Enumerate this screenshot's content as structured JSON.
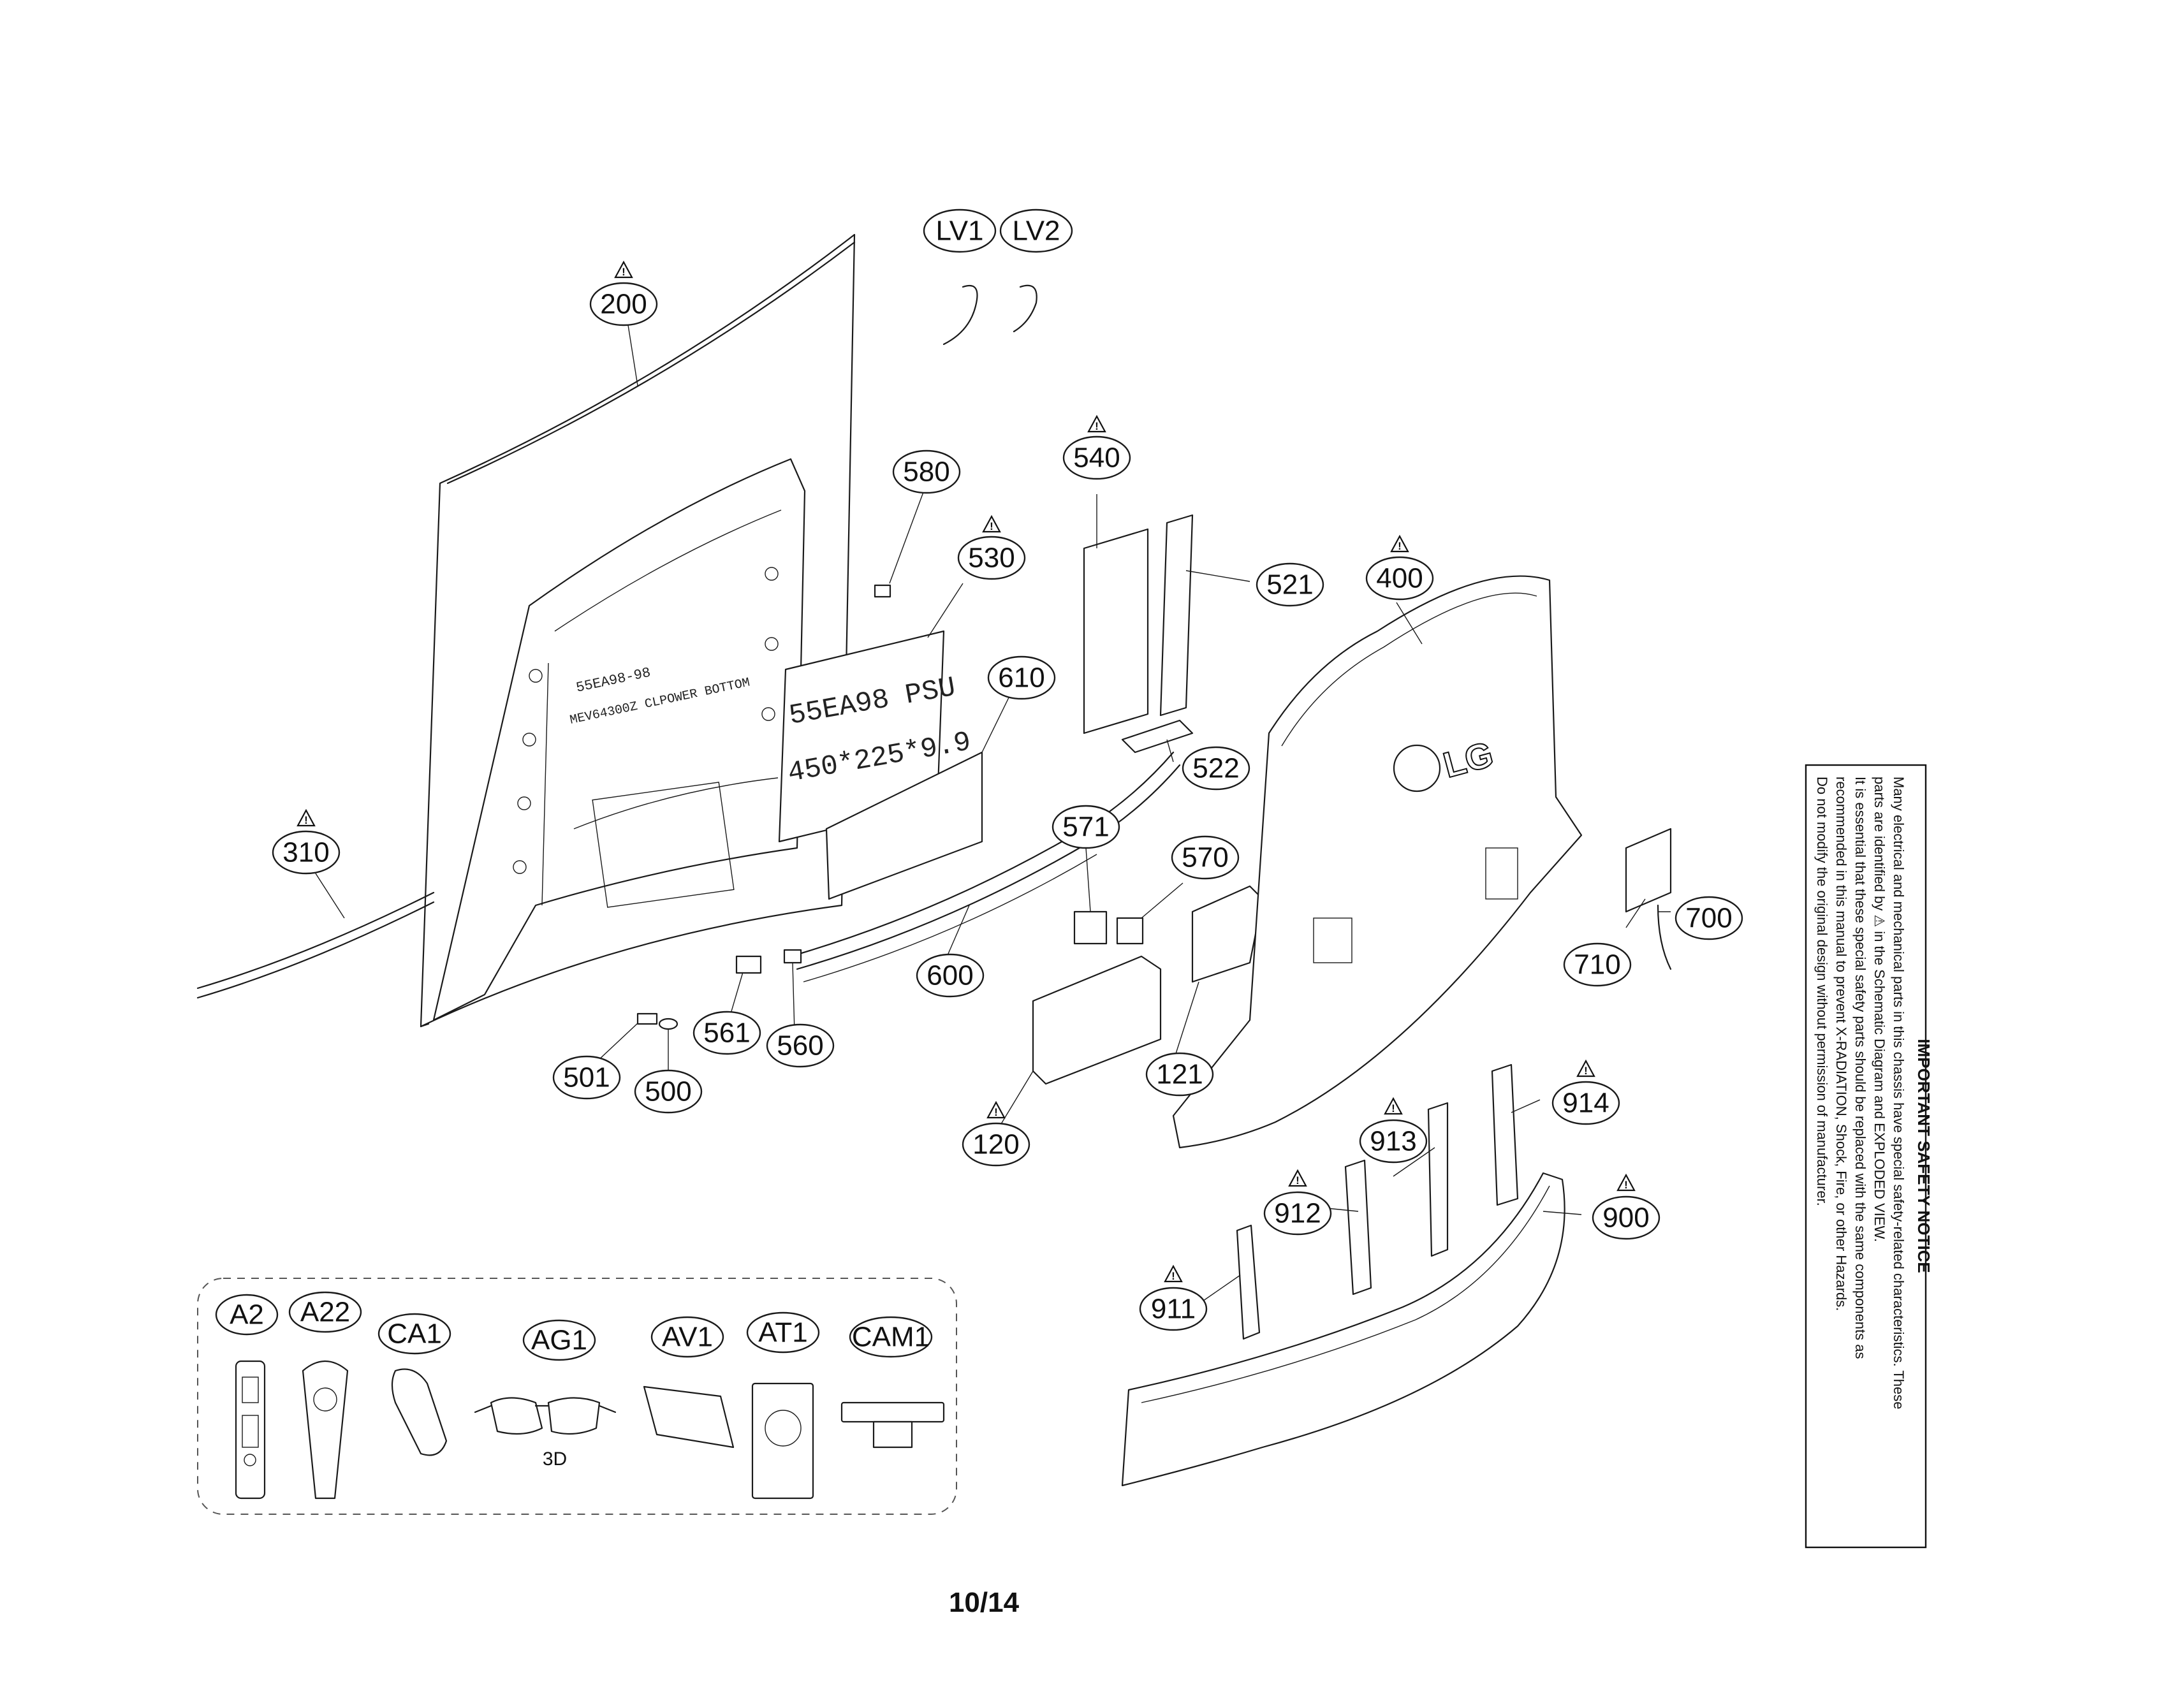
{
  "page_number": "10/14",
  "board_labels": {
    "psu_line1": "55EA98 PSU",
    "psu_line2": "450*225*9.9",
    "frame_line1": "55EA98-98",
    "frame_line2": "MEV64300Z CLPOWER BOTTOM",
    "cover_logo": "LG"
  },
  "accessory_labels": {
    "glasses_3d": "3D"
  },
  "callouts": [
    {
      "id": "200",
      "warning": true
    },
    {
      "id": "LV1",
      "warning": false
    },
    {
      "id": "LV2",
      "warning": false
    },
    {
      "id": "580",
      "warning": false
    },
    {
      "id": "540",
      "warning": true
    },
    {
      "id": "530",
      "warning": true
    },
    {
      "id": "521",
      "warning": false
    },
    {
      "id": "400",
      "warning": true
    },
    {
      "id": "610",
      "warning": false
    },
    {
      "id": "522",
      "warning": false
    },
    {
      "id": "310",
      "warning": true
    },
    {
      "id": "571",
      "warning": false
    },
    {
      "id": "570",
      "warning": false
    },
    {
      "id": "700",
      "warning": false
    },
    {
      "id": "600",
      "warning": false
    },
    {
      "id": "710",
      "warning": false
    },
    {
      "id": "561",
      "warning": false
    },
    {
      "id": "560",
      "warning": false
    },
    {
      "id": "501",
      "warning": false
    },
    {
      "id": "500",
      "warning": false
    },
    {
      "id": "121",
      "warning": false
    },
    {
      "id": "120",
      "warning": true
    },
    {
      "id": "914",
      "warning": true
    },
    {
      "id": "913",
      "warning": true
    },
    {
      "id": "912",
      "warning": true
    },
    {
      "id": "900",
      "warning": true
    },
    {
      "id": "911",
      "warning": true
    },
    {
      "id": "A2",
      "warning": false
    },
    {
      "id": "A22",
      "warning": false
    },
    {
      "id": "CA1",
      "warning": false
    },
    {
      "id": "AG1",
      "warning": false
    },
    {
      "id": "AV1",
      "warning": false
    },
    {
      "id": "AT1",
      "warning": false
    },
    {
      "id": "CAM1",
      "warning": false
    }
  ],
  "warning_symbol": "!",
  "safety_notice": {
    "title": "IMPORTANT SAFETY NOTICE",
    "lines": [
      "Many electrical and mechanical parts in this chassis have special safety-related characteristics. These",
      "parts are identified by  ⚠  in the Schematic Diagram and EXPLODED VIEW.",
      "It is essential that these special safety parts should be replaced with the same components as",
      "recommended in this manual to prevent X-RADIATION, Shock, Fire, or other Hazards.",
      "Do not modify the original design without permission of manufacturer."
    ]
  }
}
